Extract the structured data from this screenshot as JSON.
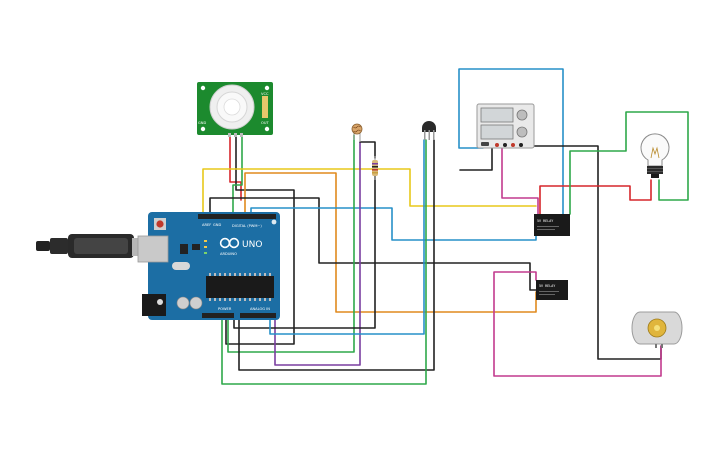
{
  "arduino": {
    "logo_text": "UNO",
    "digital_label": "DIGITAL (PWM~)",
    "power_label": "POWER",
    "analog_label": "ANALOG IN",
    "brand_text": "ARDUINO",
    "aref_label": "AREF",
    "gnd_label": "GND"
  },
  "pir": {
    "pin_labels": [
      "VCC",
      "OUT",
      "GND"
    ]
  },
  "relays": [
    {
      "label": "5V RELAY"
    },
    {
      "label": "5V RELAY"
    }
  ],
  "colors": {
    "board_blue": "#1c6ea4",
    "pcb_green": "#1c8a2e",
    "wire_red": "#d6262b",
    "wire_yellow": "#e8c81a",
    "wire_orange": "#e08a1e",
    "wire_black": "#222222",
    "wire_green": "#2ea84a",
    "wire_blue": "#2790c8",
    "wire_purple": "#7a3ea0",
    "wire_magenta": "#c23a8e"
  },
  "components": [
    "arduino-uno",
    "pir-sensor",
    "photoresistor",
    "resistor",
    "temperature-sensor",
    "dual-power-supply",
    "relay-1",
    "relay-2",
    "light-bulb",
    "dc-motor",
    "usb-cable"
  ]
}
